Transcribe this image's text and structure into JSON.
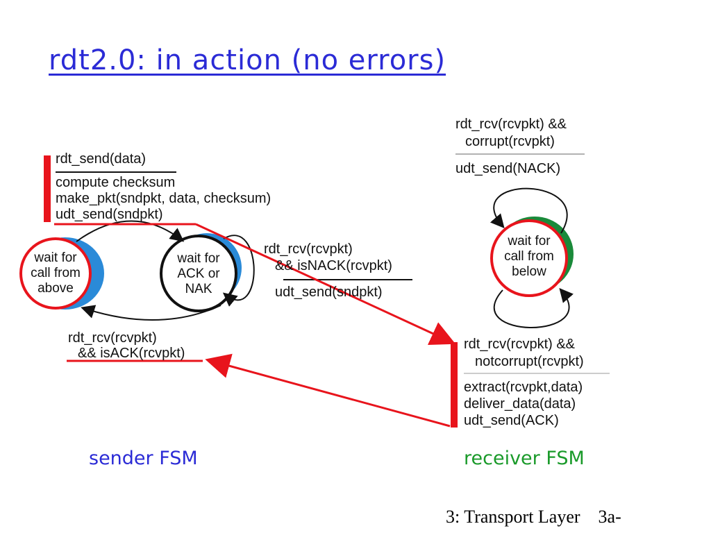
{
  "slide": {
    "title": "rdt2.0: in action (no errors)",
    "footer": "3: Transport Layer    3a-"
  },
  "colors": {
    "title": "#2b2bd6",
    "sender_caption": "#2b2bd6",
    "receiver_caption": "#1a9a2a",
    "highlight": "#e8141c",
    "sender_state_fill": "#2a8ad8",
    "receiver_state_fill": "#1a8a3a"
  },
  "sender": {
    "caption": "sender FSM",
    "state_call": [
      "wait for",
      "call from",
      "above"
    ],
    "state_ack": [
      "wait for",
      "ACK or",
      "NAK"
    ],
    "send_event": "rdt_send(data)",
    "send_actions": [
      "compute checksum",
      "make_pkt(sndpkt, data, checksum)",
      "udt_send(sndpkt)"
    ],
    "nak_event": [
      "rdt_rcv(rcvpkt)",
      "&& isNACK(rcvpkt)"
    ],
    "nak_action": "udt_send(sndpkt)",
    "ack_event": [
      "rdt_rcv(rcvpkt)",
      "&& isACK(rcvpkt)"
    ]
  },
  "receiver": {
    "caption": "receiver FSM",
    "state_below": [
      "wait for",
      "call from",
      "below"
    ],
    "corrupt_event": [
      "rdt_rcv(rcvpkt) &&",
      "corrupt(rcvpkt)"
    ],
    "corrupt_action": "udt_send(NACK)",
    "ok_event": [
      "rdt_rcv(rcvpkt) &&",
      "notcorrupt(rcvpkt)"
    ],
    "ok_actions": [
      "extract(rcvpkt,data)",
      "deliver_data(data)",
      "udt_send(ACK)"
    ]
  }
}
